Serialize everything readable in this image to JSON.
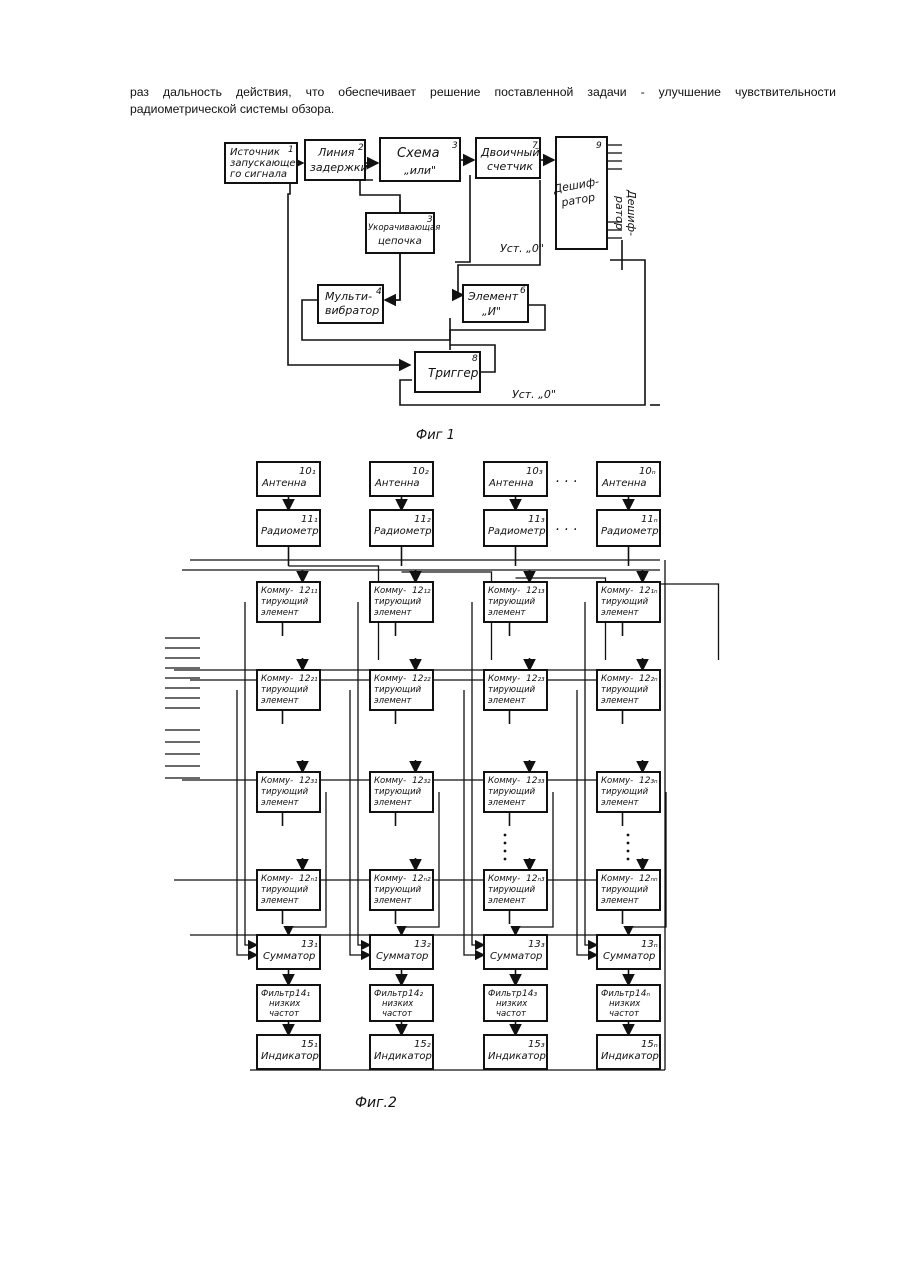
{
  "paragraph": "раз дальность действия, что обеспечивает решение поставленной задачи - улучшение чувствительности радиометрической системы обзора.",
  "fig1": {
    "caption": "Фиг 1",
    "blocks": {
      "source": {
        "line1": "Источник",
        "line2": "запускающе-",
        "line3": "го сигнала",
        "num": "1"
      },
      "delay": {
        "line1": "Линия",
        "line2": "задержки",
        "num": "2"
      },
      "or": {
        "line1": "Схема",
        "line2": "„или\"",
        "num": "3"
      },
      "counter": {
        "line1": "Двоичный",
        "line2": "счетчик",
        "num": "7"
      },
      "decoder": {
        "line1": "Дешиф-",
        "line2": "ратор",
        "num": "9"
      },
      "shaper": {
        "line1": "Укорачивающая",
        "line2": "цепочка",
        "num": "3"
      },
      "multivibrator": {
        "line1": "Мульти-",
        "line2": "вибратор",
        "num": "4"
      },
      "and": {
        "line1": "Элемент",
        "line2": "„И\"",
        "num": "6"
      },
      "trigger": {
        "line1": "Триггер",
        "num": "8"
      }
    },
    "labels": {
      "reset_upper": "Уст. „0\"",
      "reset_lower": "Уст. „0\""
    }
  },
  "fig2": {
    "caption": "Фиг.2",
    "ellipsis": "· · ·",
    "antennas": [
      {
        "label": "Антенна",
        "num": "10₁"
      },
      {
        "label": "Антенна",
        "num": "10₂"
      },
      {
        "label": "Антенна",
        "num": "10₃"
      },
      {
        "label": "Антенна",
        "num": "10ₙ"
      }
    ],
    "radiometers": [
      {
        "label": "Радиометр",
        "num": "11₁"
      },
      {
        "label": "Радиометр",
        "num": "11₂"
      },
      {
        "label": "Радиометр",
        "num": "11₃"
      },
      {
        "label": "Радиометр",
        "num": "11ₙ"
      }
    ],
    "switch_text": {
      "line1": "Комму-",
      "line2": "тирующий",
      "line3": "элемент"
    },
    "switch_nums": [
      [
        "12₁₁",
        "12₁₂",
        "12₁₃",
        "12₁ₙ"
      ],
      [
        "12₂₁",
        "12₂₂",
        "12₂₃",
        "12₂ₙ"
      ],
      [
        "12₃₁",
        "12₃₂",
        "12₃₃",
        "12₃ₙ"
      ],
      [
        "12ₙ₁",
        "12ₙ₂",
        "12ₙ₃",
        "12ₙₙ"
      ]
    ],
    "adders": [
      {
        "label": "Сумматор",
        "num": "13₁"
      },
      {
        "label": "Сумматор",
        "num": "13₂"
      },
      {
        "label": "Сумматор",
        "num": "13₃"
      },
      {
        "label": "Сумматор",
        "num": "13ₙ"
      }
    ],
    "filters": [
      {
        "line1": "Фильтр",
        "line2": "низких",
        "line3": "частот",
        "num": "14₁"
      },
      {
        "line1": "Фильтр",
        "line2": "низких",
        "line3": "частот",
        "num": "14₂"
      },
      {
        "line1": "Фильтр",
        "line2": "низких",
        "line3": "частот",
        "num": "14₃"
      },
      {
        "line1": "Фильтр",
        "line2": "низких",
        "line3": "частот",
        "num": "14ₙ"
      }
    ],
    "indicators": [
      {
        "label": "Индикатор",
        "num": "15₁"
      },
      {
        "label": "Индикатор",
        "num": "15₂"
      },
      {
        "label": "Индикатор",
        "num": "15₃"
      },
      {
        "label": "Индикатор",
        "num": "15ₙ"
      }
    ]
  }
}
